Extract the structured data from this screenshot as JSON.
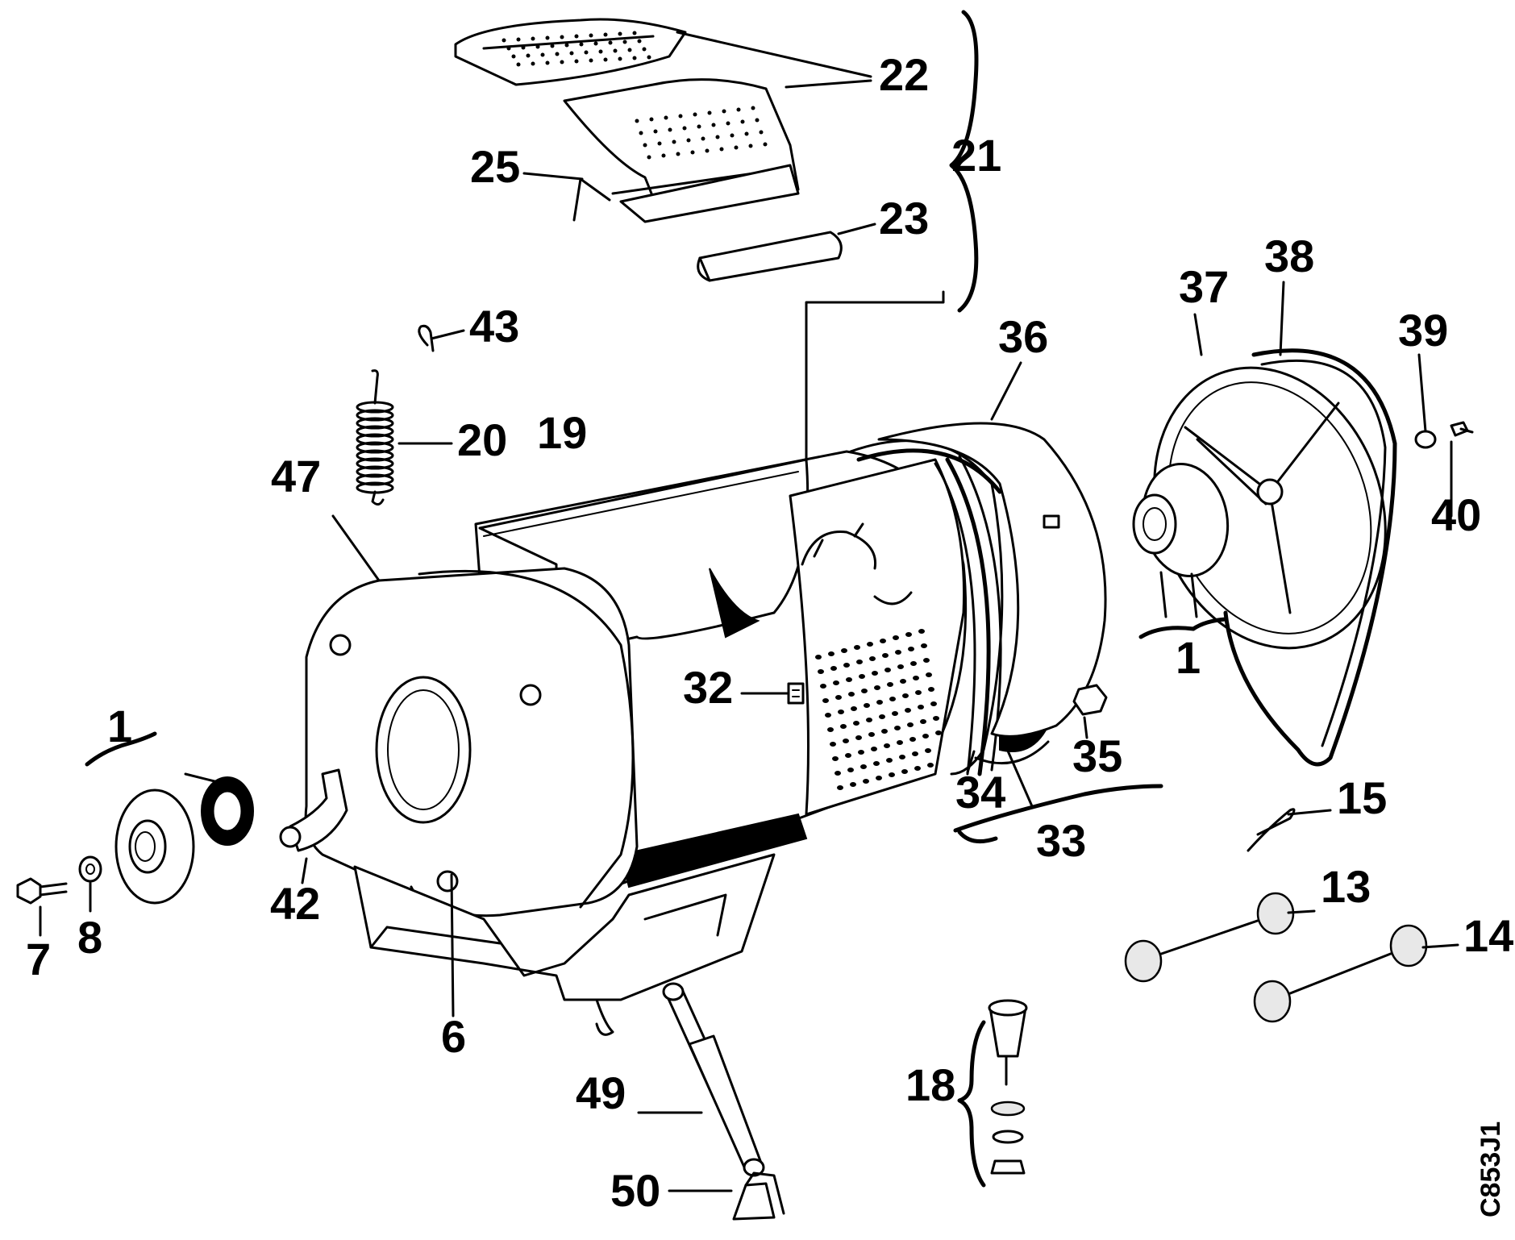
{
  "diagram": {
    "drawing_code": "C853J1",
    "callouts": [
      {
        "id": "c22",
        "text": "22"
      },
      {
        "id": "c21",
        "text": "21"
      },
      {
        "id": "c25",
        "text": "25"
      },
      {
        "id": "c23",
        "text": "23"
      },
      {
        "id": "c43",
        "text": "43"
      },
      {
        "id": "c20",
        "text": "20"
      },
      {
        "id": "c19",
        "text": "19"
      },
      {
        "id": "c47",
        "text": "47"
      },
      {
        "id": "c36",
        "text": "36"
      },
      {
        "id": "c37",
        "text": "37"
      },
      {
        "id": "c38",
        "text": "38"
      },
      {
        "id": "c39",
        "text": "39"
      },
      {
        "id": "c40",
        "text": "40"
      },
      {
        "id": "c1r",
        "text": "1"
      },
      {
        "id": "c1l",
        "text": "1"
      },
      {
        "id": "c32",
        "text": "32"
      },
      {
        "id": "c35",
        "text": "35"
      },
      {
        "id": "c34",
        "text": "34"
      },
      {
        "id": "c33",
        "text": "33"
      },
      {
        "id": "c15",
        "text": "15"
      },
      {
        "id": "c13",
        "text": "13"
      },
      {
        "id": "c14",
        "text": "14"
      },
      {
        "id": "c42",
        "text": "42"
      },
      {
        "id": "c7",
        "text": "7"
      },
      {
        "id": "c8",
        "text": "8"
      },
      {
        "id": "c6",
        "text": "6"
      },
      {
        "id": "c49",
        "text": "49"
      },
      {
        "id": "c18",
        "text": "18"
      },
      {
        "id": "c50",
        "text": "50"
      }
    ]
  }
}
